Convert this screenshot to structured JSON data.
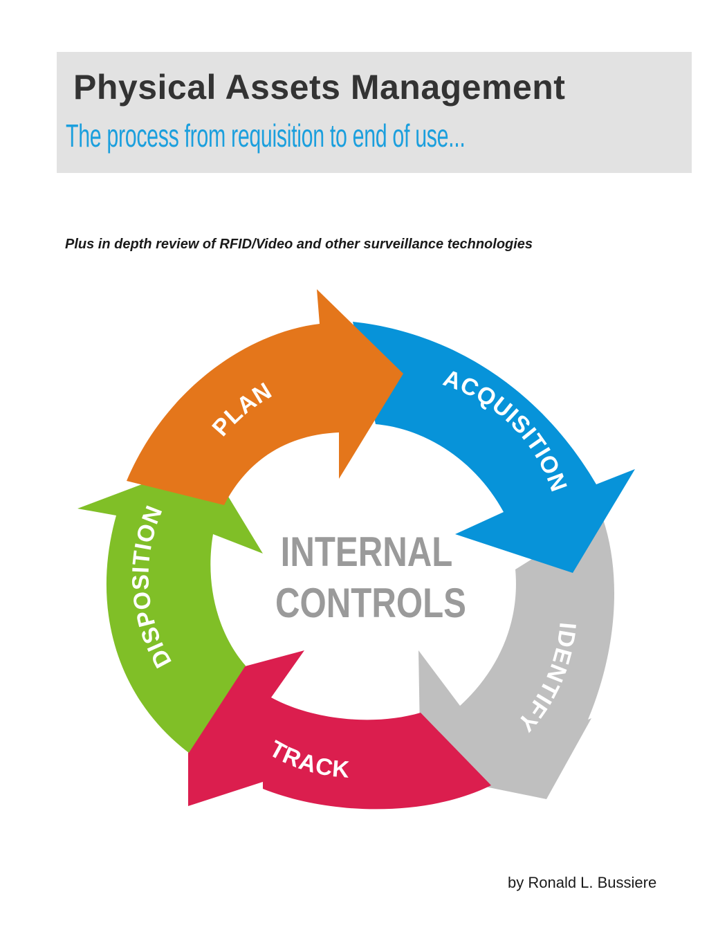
{
  "cover": {
    "title": "Physical Assets Management",
    "subtitle": "The process from requisition to end of use...",
    "tagline": "Plus in depth review of RFID/Video and other surveillance technologies",
    "author": "by Ronald L. Bussiere"
  },
  "cycle": {
    "center": [
      "INTERNAL",
      "CONTROLS"
    ],
    "stages": [
      {
        "label": "PLAN",
        "color": "#e4761b"
      },
      {
        "label": "ACQUISITION",
        "color": "#0793d9"
      },
      {
        "label": "IDENTIFY",
        "color": "#bfbfbf"
      },
      {
        "label": "TRACK",
        "color": "#db1e4e"
      },
      {
        "label": "DISPOSITION",
        "color": "#80bf27"
      }
    ]
  },
  "colors": {
    "title_box": "#e2e2e2",
    "title_text": "#333333",
    "subtitle_text": "#1b9fdd",
    "center_text": "#9a9a9a"
  }
}
